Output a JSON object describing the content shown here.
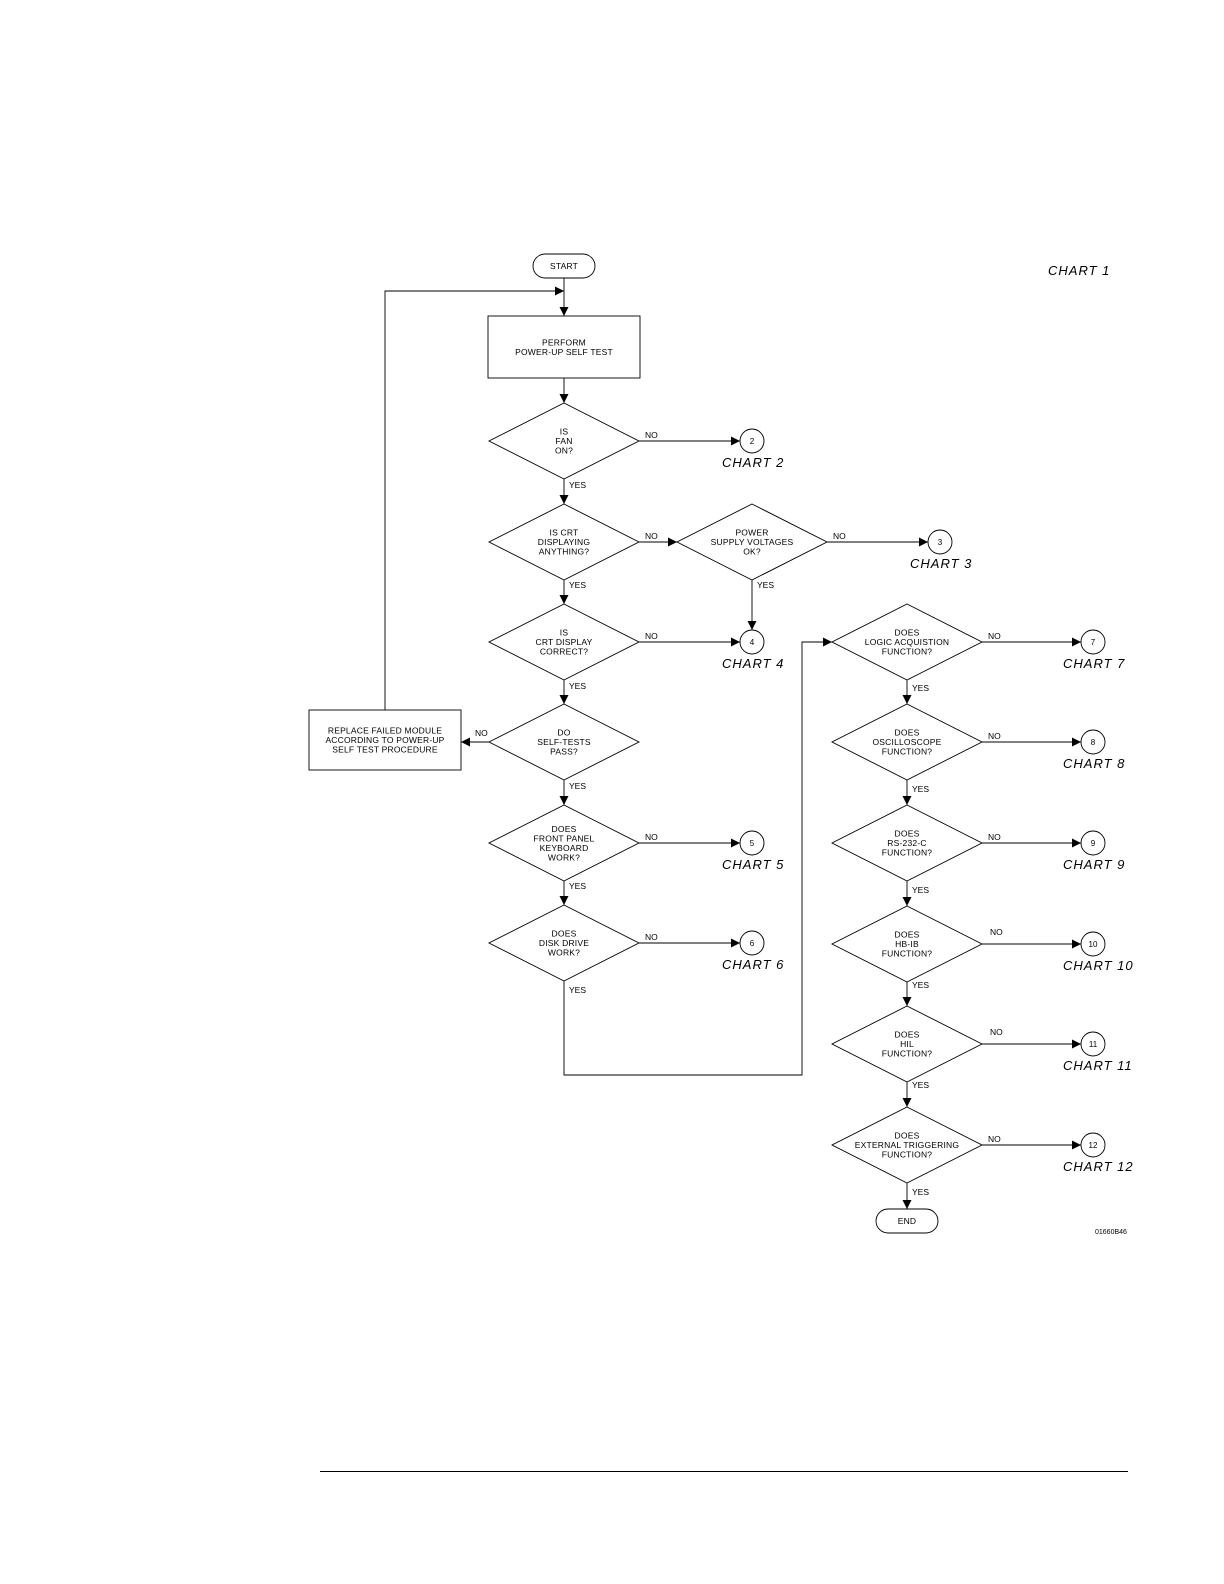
{
  "title": "CHART 1",
  "figure_id": "01660B46",
  "nodes": {
    "start": [
      "START"
    ],
    "self_test": [
      "PERFORM",
      "POWER-UP SELF TEST"
    ],
    "fan": [
      "IS",
      "FAN",
      "ON?"
    ],
    "crt_displaying": [
      "IS CRT",
      "DISPLAYING",
      "ANYTHING?"
    ],
    "power_supply": [
      "POWER",
      "SUPPLY VOLTAGES",
      "OK?"
    ],
    "crt_correct": [
      "IS",
      "CRT DISPLAY",
      "CORRECT?"
    ],
    "self_tests_pass": [
      "DO",
      "SELF-TESTS",
      "PASS?"
    ],
    "replace_module": [
      "REPLACE FAILED MODULE",
      "ACCORDING TO POWER-UP",
      "SELF TEST PROCEDURE"
    ],
    "keyboard": [
      "DOES",
      "FRONT PANEL",
      "KEYBOARD",
      "WORK?"
    ],
    "disk": [
      "DOES",
      "DISK DRIVE",
      "WORK?"
    ],
    "logic_acq": [
      "DOES",
      "LOGIC ACQUISTION",
      "FUNCTION?"
    ],
    "scope": [
      "DOES",
      "OSCILLOSCOPE",
      "FUNCTION?"
    ],
    "rs232": [
      "DOES",
      "RS-232-C",
      "FUNCTION?"
    ],
    "hpib": [
      "DOES",
      "HB-IB",
      "FUNCTION?"
    ],
    "hil": [
      "DOES",
      "HIL",
      "FUNCTION?"
    ],
    "ext_trig": [
      "DOES",
      "EXTERNAL TRIGGERING",
      "FUNCTION?"
    ],
    "end": [
      "END"
    ]
  },
  "edge_labels": {
    "yes": "YES",
    "no": "NO"
  },
  "connectors": [
    {
      "number": "2",
      "chart": "CHART 2"
    },
    {
      "number": "3",
      "chart": "CHART 3"
    },
    {
      "number": "4",
      "chart": "CHART 4"
    },
    {
      "number": "5",
      "chart": "CHART 5"
    },
    {
      "number": "6",
      "chart": "CHART 6"
    },
    {
      "number": "7",
      "chart": "CHART 7"
    },
    {
      "number": "8",
      "chart": "CHART 8"
    },
    {
      "number": "9",
      "chart": "CHART 9"
    },
    {
      "number": "10",
      "chart": "CHART 10"
    },
    {
      "number": "11",
      "chart": "CHART 11"
    },
    {
      "number": "12",
      "chart": "CHART 12"
    }
  ]
}
